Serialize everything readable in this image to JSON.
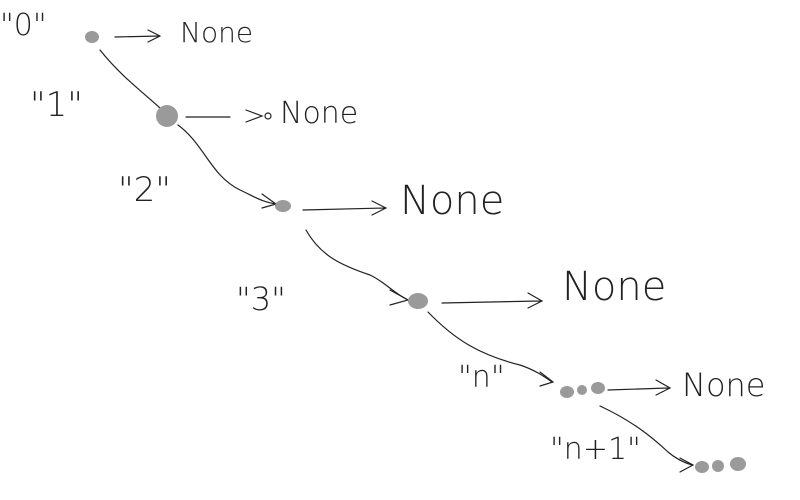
{
  "colors": {
    "ink": "#222222",
    "node": "#9a9a9a",
    "background": "#ffffff"
  },
  "levels": [
    {
      "label": "\"0\"",
      "none": "None"
    },
    {
      "label": "\"1\"",
      "none": "None"
    },
    {
      "label": "\"2\"",
      "none": "None"
    },
    {
      "label": "\"3\"",
      "none": "None"
    },
    {
      "label": "\"n\"",
      "none": "None"
    },
    {
      "label": "\"n+1\""
    }
  ]
}
